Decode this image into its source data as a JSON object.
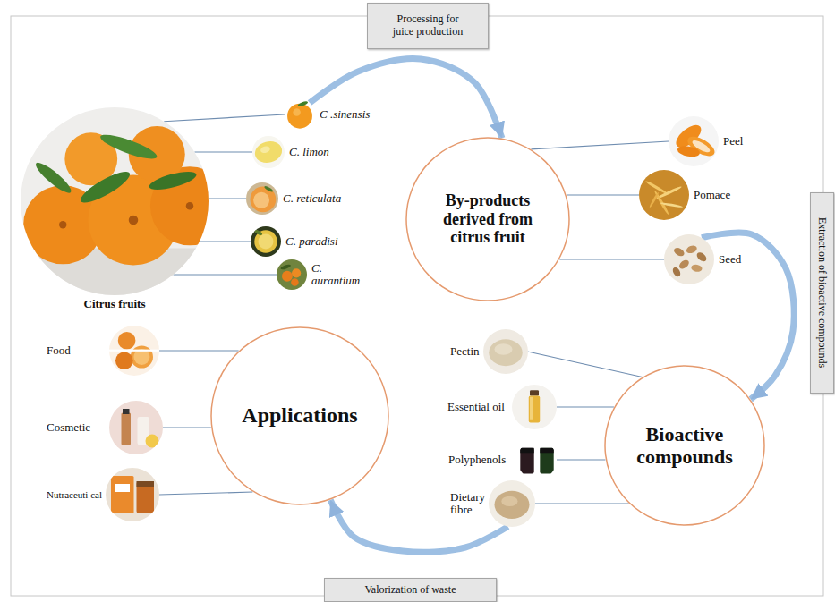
{
  "diagram": {
    "nodes": [
      {
        "text": [
          "Processing for juice production"
        ]
      },
      {
        "text": [
          "Citrus fruits"
        ]
      },
      {
        "text": [
          "C .sinensis"
        ]
      },
      {
        "text": [
          "C. limon"
        ]
      },
      {
        "text": [
          "C. reticulata"
        ]
      },
      {
        "text": [
          "C. paradisi"
        ]
      },
      {
        "text": [
          "C. aurantium"
        ]
      },
      {
        "text": [
          "By-products derived from citrus fruit"
        ]
      },
      {
        "text": [
          "Peel"
        ]
      },
      {
        "text": [
          "Pomace"
        ]
      },
      {
        "text": [
          "Seed"
        ]
      },
      {
        "text": [
          "Extraction of bioactive compounds"
        ]
      },
      {
        "text": [
          "Bioactive compounds"
        ]
      },
      {
        "text": [
          "Pectin"
        ]
      },
      {
        "text": [
          "Essential oil"
        ]
      },
      {
        "text": [
          "Polyphenols"
        ]
      },
      {
        "text": [
          "Dietary fibre"
        ]
      },
      {
        "text": [
          "Applications"
        ]
      },
      {
        "text": [
          "Food"
        ]
      },
      {
        "text": [
          "Cosmetic"
        ]
      },
      {
        "text": [
          "Nutraceuti cal"
        ]
      },
      {
        "text": [
          "Valorization of waste"
        ]
      }
    ],
    "edges": [
      {
        "from": 1,
        "to": 2,
        "arrow": "none"
      },
      {
        "from": 1,
        "to": 3,
        "arrow": "none"
      },
      {
        "from": 1,
        "to": 4,
        "arrow": "none"
      },
      {
        "from": 1,
        "to": 5,
        "arrow": "none"
      },
      {
        "from": 1,
        "to": 6,
        "arrow": "none"
      },
      {
        "from": 2,
        "to": 7,
        "arrow": "to"
      },
      {
        "from": 7,
        "to": 8,
        "arrow": "none"
      },
      {
        "from": 7,
        "to": 9,
        "arrow": "none"
      },
      {
        "from": 7,
        "to": 10,
        "arrow": "none"
      },
      {
        "from": 10,
        "to": 12,
        "arrow": "to"
      },
      {
        "from": 12,
        "to": 13,
        "arrow": "none"
      },
      {
        "from": 12,
        "to": 14,
        "arrow": "none"
      },
      {
        "from": 12,
        "to": 15,
        "arrow": "none"
      },
      {
        "from": 12,
        "to": 16,
        "arrow": "none"
      },
      {
        "from": 16,
        "to": 17,
        "arrow": "to"
      },
      {
        "from": 17,
        "to": 18,
        "arrow": "none"
      },
      {
        "from": 17,
        "to": 19,
        "arrow": "none"
      },
      {
        "from": 17,
        "to": 20,
        "arrow": "none"
      }
    ]
  }
}
